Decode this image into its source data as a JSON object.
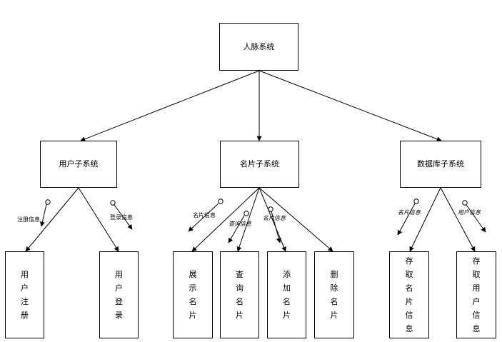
{
  "root": {
    "label": "人脉系统"
  },
  "subsystems": [
    {
      "id": "user",
      "label": "用户子系统"
    },
    {
      "id": "card",
      "label": "名片子系统"
    },
    {
      "id": "db",
      "label": "数据库子系统"
    }
  ],
  "modules": [
    {
      "id": "user-register",
      "label": "用户注册"
    },
    {
      "id": "user-login",
      "label": "用户登录"
    },
    {
      "id": "show-card",
      "label": "展示名片"
    },
    {
      "id": "query-card",
      "label": "查询名片"
    },
    {
      "id": "add-card",
      "label": "添加名片"
    },
    {
      "id": "delete-card",
      "label": "删除名片"
    },
    {
      "id": "store-card-info",
      "label": "存取名片信息"
    },
    {
      "id": "store-user-info",
      "label": "存取用户信息"
    }
  ],
  "flows": [
    {
      "id": "register-info",
      "label": "注册信息"
    },
    {
      "id": "login-info",
      "label": "登录信息"
    },
    {
      "id": "card-info-1",
      "label": "名片信息"
    },
    {
      "id": "query-info",
      "label": "查询信息"
    },
    {
      "id": "card-info-2",
      "label": "名片信息"
    },
    {
      "id": "card-info-3",
      "label": "名片信息"
    },
    {
      "id": "user-info",
      "label": "用户信息"
    }
  ]
}
